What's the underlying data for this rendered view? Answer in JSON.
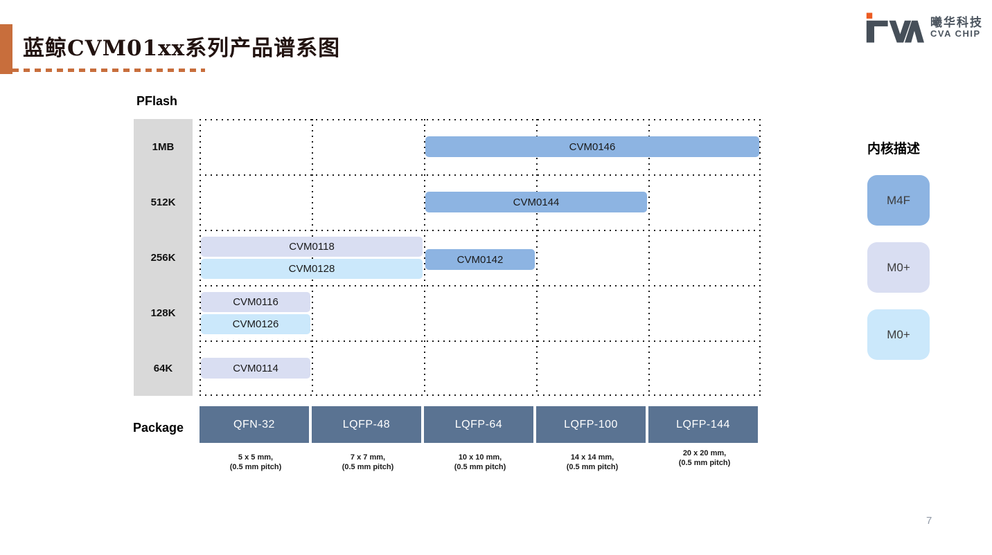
{
  "slide": {
    "title": "蓝鲸CVM01xx系列产品谱系图",
    "page_number": "7"
  },
  "logo": {
    "company_cn": "曦华科技",
    "company_en": "CVA CHIP"
  },
  "colors": {
    "accent_orange": "#C86E3C",
    "m4f_blue": "#8DB4E2",
    "m0p_lavender": "#D9DEF2",
    "m0p_lightblue": "#CBE8FB",
    "package_slate": "#5A7392",
    "axis_gray": "#D9D9D9"
  },
  "legend": {
    "title": "内核描述",
    "items": [
      {
        "label": "M4F",
        "color_key": "m4f_blue"
      },
      {
        "label": "M0+",
        "color_key": "m0p_lavender"
      },
      {
        "label": "M0+",
        "color_key": "m0p_lightblue"
      }
    ]
  },
  "chart_data": {
    "type": "table",
    "title": "蓝鲸CVM01xx系列产品谱系图",
    "ylabel": "PFlash",
    "xlabel": "Package",
    "grid": "dotted",
    "legend_position": "right",
    "y_categories": [
      "1MB",
      "512K",
      "256K",
      "128K",
      "64K"
    ],
    "x_categories": [
      "QFN-32",
      "LQFP-48",
      "LQFP-64",
      "LQFP-100",
      "LQFP-144"
    ],
    "package_dimensions": [
      "5 x 5 mm, (0.5 mm pitch)",
      "7 x 7 mm, (0.5 mm pitch)",
      "10 x 10 mm, (0.5 mm pitch)",
      "14 x 14 mm, (0.5 mm pitch)",
      "20 x 20 mm, (0.5 mm pitch)"
    ],
    "series": [
      {
        "name": "CVM0146",
        "core": "M4F",
        "pflash": "1MB",
        "packages": [
          "LQFP-64",
          "LQFP-100",
          "LQFP-144"
        ],
        "color_key": "m4f_blue",
        "lane": "single"
      },
      {
        "name": "CVM0144",
        "core": "M4F",
        "pflash": "512K",
        "packages": [
          "LQFP-64",
          "LQFP-100"
        ],
        "color_key": "m4f_blue",
        "lane": "single"
      },
      {
        "name": "CVM0118",
        "core": "M0+",
        "pflash": "256K",
        "packages": [
          "QFN-32",
          "LQFP-48"
        ],
        "color_key": "m0p_lavender",
        "lane": "top"
      },
      {
        "name": "CVM0128",
        "core": "M0+",
        "pflash": "256K",
        "packages": [
          "QFN-32",
          "LQFP-48"
        ],
        "color_key": "m0p_lightblue",
        "lane": "bottom"
      },
      {
        "name": "CVM0142",
        "core": "M4F",
        "pflash": "256K",
        "packages": [
          "LQFP-64"
        ],
        "color_key": "m4f_blue",
        "lane": "mid"
      },
      {
        "name": "CVM0116",
        "core": "M0+",
        "pflash": "128K",
        "packages": [
          "QFN-32"
        ],
        "color_key": "m0p_lavender",
        "lane": "top"
      },
      {
        "name": "CVM0126",
        "core": "M0+",
        "pflash": "128K",
        "packages": [
          "QFN-32"
        ],
        "color_key": "m0p_lightblue",
        "lane": "bottom"
      },
      {
        "name": "CVM0114",
        "core": "M0+",
        "pflash": "64K",
        "packages": [
          "QFN-32"
        ],
        "color_key": "m0p_lavender",
        "lane": "single"
      }
    ]
  }
}
